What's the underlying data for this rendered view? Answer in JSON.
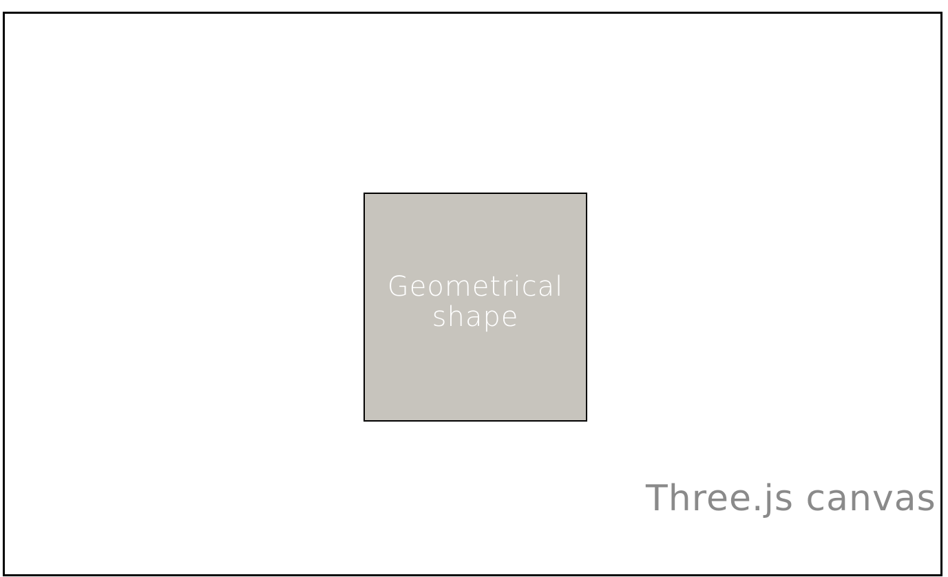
{
  "diagram": {
    "shape_label_lines": [
      "Geometrical",
      "shape"
    ],
    "canvas_label": "Three.js canvas",
    "colors": {
      "border": "#000000",
      "shape_fill": "#c7c4bd",
      "shape_text": "#ffffff",
      "canvas_text": "#8a8a8a",
      "background": "#ffffff"
    }
  }
}
